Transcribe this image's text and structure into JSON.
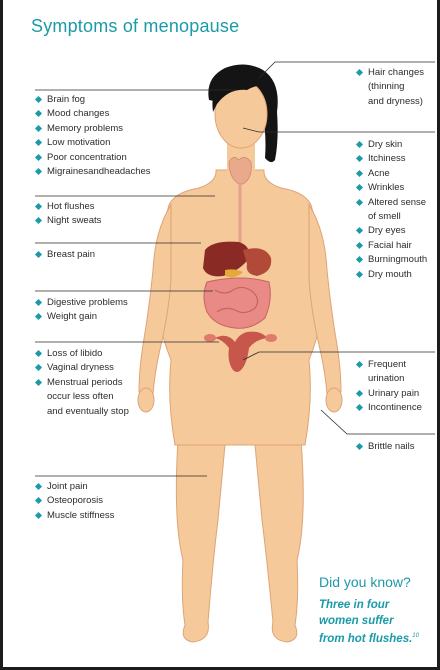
{
  "title": "Symptoms of menopause",
  "left_groups": [
    {
      "items": [
        "Brain fog",
        "Mood changes",
        "Memory problems",
        "Low motivation",
        "Poor concentration",
        "Migrainesandheadaches"
      ]
    },
    {
      "items": [
        "Hot flushes",
        "Night sweats"
      ]
    },
    {
      "items": [
        "Breast pain"
      ]
    },
    {
      "items": [
        "Digestive problems",
        "Weight gain"
      ]
    },
    {
      "items": [
        "Loss of libido",
        "Vaginal dryness",
        "Menstrual periods",
        "occur less often",
        "and eventually stop"
      ]
    },
    {
      "items": [
        "Joint pain",
        "Osteoporosis",
        "Muscle stiffness"
      ]
    }
  ],
  "right_groups": [
    {
      "items": [
        "Hair changes",
        "(thinning",
        "and dryness)"
      ]
    },
    {
      "items": [
        "Dry skin",
        "Itchiness",
        "Acne",
        "Wrinkles",
        "Altered sense",
        "of smell",
        "Dry eyes",
        "Facial hair",
        "Burningmouth",
        "Dry mouth"
      ]
    },
    {
      "items": [
        "Frequent",
        "urination",
        "Urinary pain",
        "Incontinence"
      ]
    },
    {
      "items": [
        "Brittle nails"
      ]
    }
  ],
  "did_you_know": {
    "title": "Did you know?",
    "line1": "Three in four",
    "line2": "women suffer",
    "line3": "from hot flushes.",
    "ref": "10"
  },
  "colors": {
    "accent": "#1b9aa8",
    "skin": "#f6c99a",
    "hair": "#141414",
    "text": "#2c2c2c"
  }
}
